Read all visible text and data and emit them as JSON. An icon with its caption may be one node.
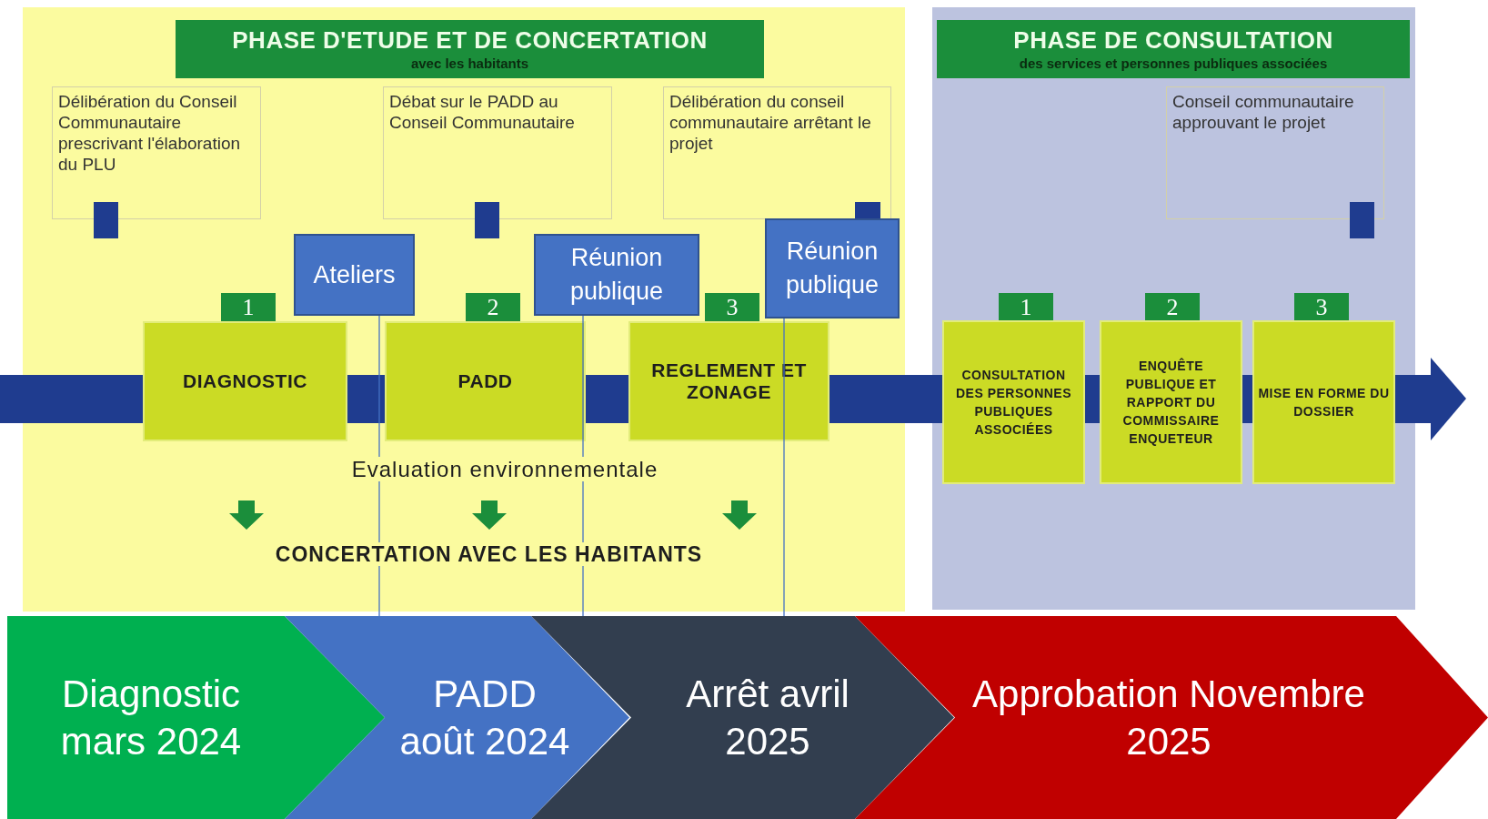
{
  "diagram": {
    "nodes": [
      {
        "text": [
          "PHASE D'ETUDE ET DE CONCERTATION",
          "avec les habitants"
        ]
      },
      {
        "text": [
          "Délibération du Conseil Communautaire prescrivant l'élaboration du PLU"
        ],
        "in": 0
      },
      {
        "text": [
          "Débat sur le PADD au Conseil Communautaire"
        ],
        "in": 0
      },
      {
        "text": [
          "Délibération du conseil communautaire arrêtant le projet"
        ],
        "in": 0
      },
      {
        "text": [
          "1"
        ],
        "in": 0
      },
      {
        "text": [
          "DIAGNOSTIC"
        ],
        "in": 0
      },
      {
        "text": [
          "Ateliers"
        ],
        "in": 0
      },
      {
        "text": [
          "2"
        ],
        "in": 0
      },
      {
        "text": [
          "PADD"
        ],
        "in": 0
      },
      {
        "text": [
          "Réunion publique"
        ],
        "in": 0
      },
      {
        "text": [
          "3"
        ],
        "in": 0
      },
      {
        "text": [
          "REGLEMENT ET ZONAGE"
        ],
        "in": 0
      },
      {
        "text": [
          "Réunion publique"
        ],
        "in": 0
      },
      {
        "text": [
          "PHASE DE CONSULTATION",
          "des services et personnes publiques associées"
        ]
      },
      {
        "text": [
          "Conseil communautaire approuvant le projet"
        ],
        "in": 13
      },
      {
        "text": [
          "1"
        ],
        "in": 13
      },
      {
        "text": [
          "CONSULTATION DES PERSONNES PUBLIQUES ASSOCIÉES"
        ],
        "in": 13
      },
      {
        "text": [
          "2"
        ],
        "in": 13
      },
      {
        "text": [
          "ENQUÊTE PUBLIQUE ET RAPPORT DU COMMISSAIRE ENQUETEUR"
        ],
        "in": 13
      },
      {
        "text": [
          "3"
        ],
        "in": 13
      },
      {
        "text": [
          "MISE EN FORME DU DOSSIER"
        ],
        "in": 13
      },
      {
        "text": [
          "Diagnostic mars 2024"
        ]
      },
      {
        "text": [
          "PADD août 2024"
        ]
      },
      {
        "text": [
          "Arrêt avril 2025"
        ]
      },
      {
        "text": [
          "Approbation Novembre 2025"
        ]
      }
    ],
    "edges": [
      {
        "from": 6,
        "to": 22,
        "arrow": "none"
      },
      {
        "from": 9,
        "to": 23,
        "arrow": "none"
      },
      {
        "from": 12,
        "to": 23,
        "arrow": "none"
      }
    ],
    "labels": [
      "Evaluation environnementale",
      "CONCERTATION AVEC LES HABITANTS"
    ]
  }
}
